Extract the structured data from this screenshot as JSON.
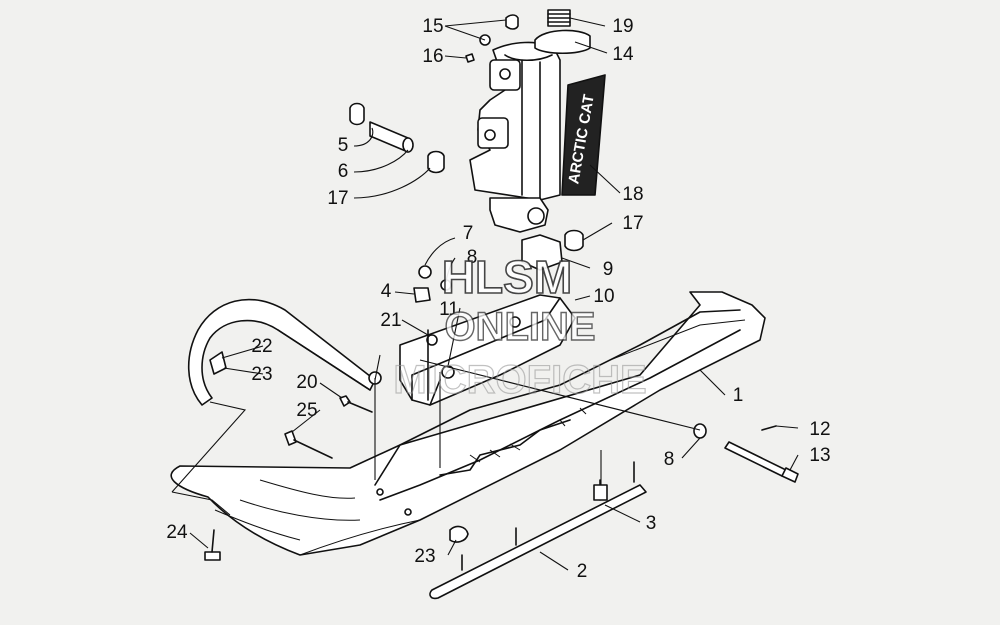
{
  "watermark": {
    "line1": "HLSM",
    "line2": "ONLINE",
    "line3": "MICROFICHE"
  },
  "decal_text": "ARCTIC CAT",
  "callouts": [
    {
      "label": "1",
      "part": "ski"
    },
    {
      "label": "2",
      "part": "wear-bar"
    },
    {
      "label": "3",
      "part": "stud-nut"
    },
    {
      "label": "4",
      "part": "lock-nut"
    },
    {
      "label": "5",
      "part": "bushing"
    },
    {
      "label": "6",
      "part": "sleeve"
    },
    {
      "label": "7",
      "part": "nut"
    },
    {
      "label": "8",
      "part": "washer"
    },
    {
      "label": "8",
      "part": "washer"
    },
    {
      "label": "9",
      "part": "damper"
    },
    {
      "label": "10",
      "part": "plate"
    },
    {
      "label": "11",
      "part": "washer"
    },
    {
      "label": "12",
      "part": "cotter-pin"
    },
    {
      "label": "13",
      "part": "bolt"
    },
    {
      "label": "14",
      "part": "bracket"
    },
    {
      "label": "15",
      "part": "washer"
    },
    {
      "label": "16",
      "part": "grease-fitting"
    },
    {
      "label": "17",
      "part": "bushing"
    },
    {
      "label": "17",
      "part": "bushing"
    },
    {
      "label": "18",
      "part": "spindle"
    },
    {
      "label": "19",
      "part": "cap"
    },
    {
      "label": "20",
      "part": "screw"
    },
    {
      "label": "21",
      "part": "stud"
    },
    {
      "label": "22",
      "part": "handle"
    },
    {
      "label": "23",
      "part": "nut"
    },
    {
      "label": "23",
      "part": "nut"
    },
    {
      "label": "24",
      "part": "bolt"
    },
    {
      "label": "25",
      "part": "bolt"
    }
  ]
}
